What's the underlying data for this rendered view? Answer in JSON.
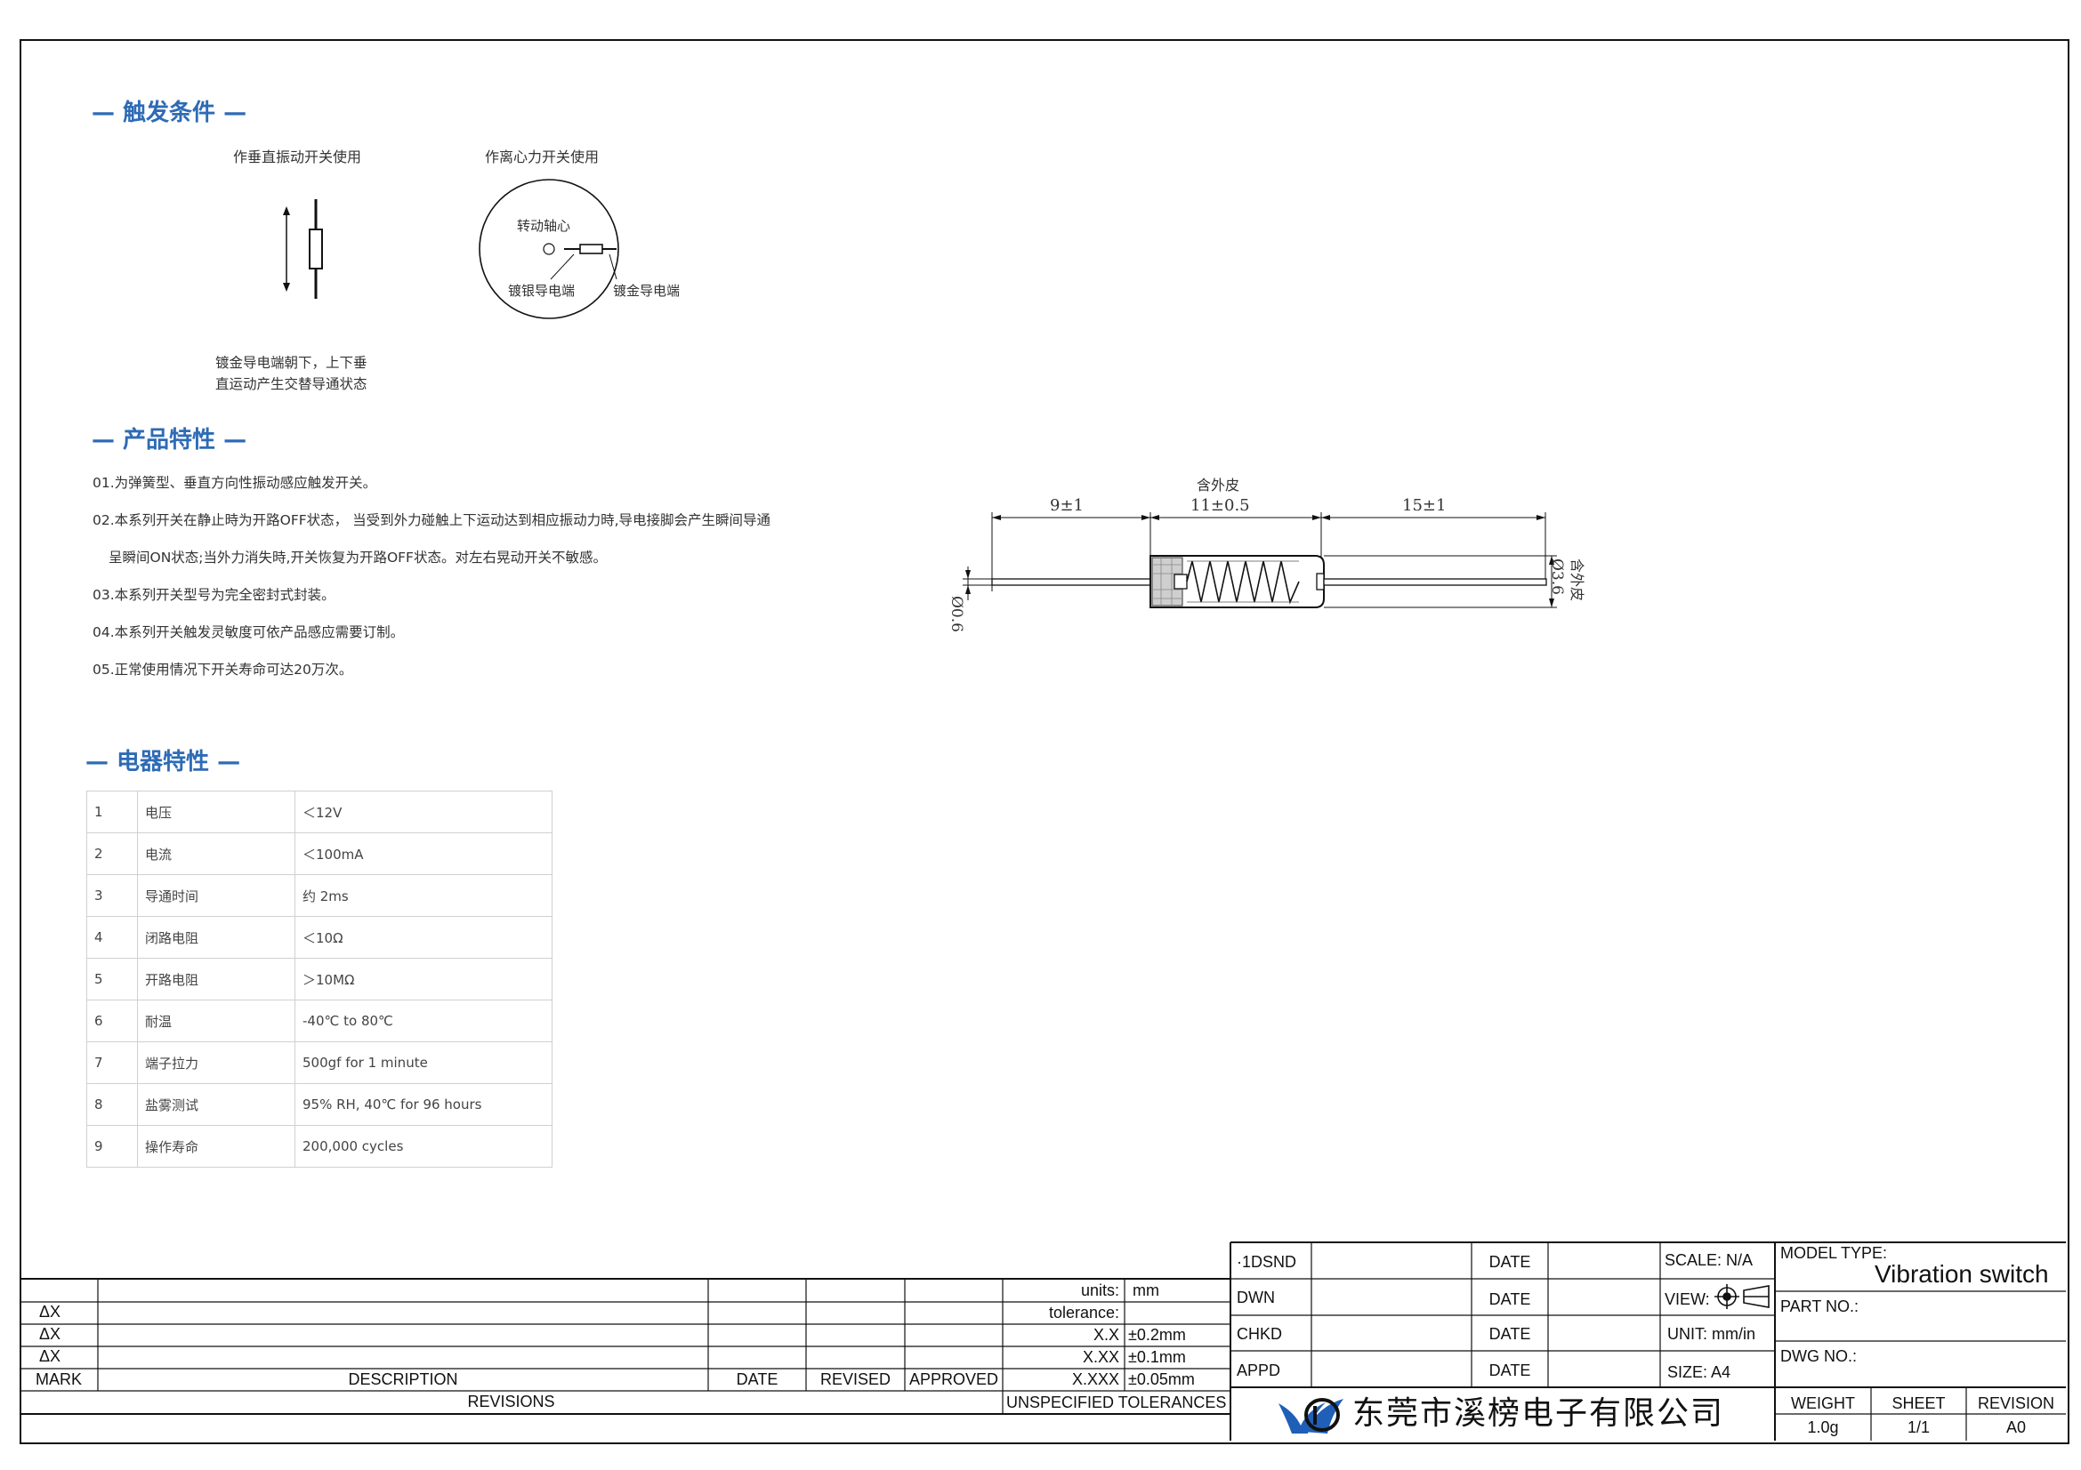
{
  "sections": {
    "trigger_title": "— 触发条件 —",
    "features_title": "— 产品特性 —",
    "electrical_title": "— 电器特性 —"
  },
  "trigger": {
    "vertical_label": "作垂直振动开关使用",
    "centrifugal_label": "作离心力开关使用",
    "axis_label": "转动轴心",
    "silver_label": "镀银导电端",
    "gold_label": "镀金导电端",
    "note_line1": "镀金导电端朝下，上下垂",
    "note_line2": "直运动产生交替导通状态"
  },
  "features": [
    "01.为弹簧型、垂直方向性振动感应触发开关。",
    "02.本系列开关在静止時为开路OFF状态， 当受到外力碰触上下运动达到相应振动力時,导电接脚会产生瞬间导通",
    "呈瞬间ON状态;当外力消失時,开关恢复为开路OFF状态。对左右晃动开关不敏感。",
    "03.本系列开关型号为完全密封式封装。",
    "04.本系列开关触发灵敏度可依产品感应需要订制。",
    "05.正常使用情况下开关寿命可达20万次。"
  ],
  "drawing": {
    "sheath_label": "含外皮",
    "dim_left": "9±1",
    "dim_mid": "11±0.5",
    "dim_right": "15±1",
    "dia_lead": "Ø0.6",
    "dia_body": "Ø3.6",
    "dia_body_note": "含外皮"
  },
  "electrical": [
    {
      "no": "1",
      "name": "电压",
      "value": "＜12V"
    },
    {
      "no": "2",
      "name": "电流",
      "value": "＜100mA"
    },
    {
      "no": "3",
      "name": "导通时间",
      "value": "约 2ms"
    },
    {
      "no": "4",
      "name": "闭路电阻",
      "value": "＜10Ω"
    },
    {
      "no": "5",
      "name": "开路电阻",
      "value": "＞10MΩ"
    },
    {
      "no": "6",
      "name": "耐温",
      "value": "-40℃ to 80℃"
    },
    {
      "no": "7",
      "name": "端子拉力",
      "value": "500gf for 1 minute"
    },
    {
      "no": "8",
      "name": "盐雾测试",
      "value": "95% RH, 40℃ for 96 hours"
    },
    {
      "no": "9",
      "name": "操作寿命",
      "value": "200,000 cycles"
    }
  ],
  "title_block": {
    "rev_marks": [
      "ΔX",
      "ΔX",
      "ΔX"
    ],
    "mark": "MARK",
    "description": "DESCRIPTION",
    "date": "DATE",
    "revised": "REVISED",
    "approved": "APPROVED",
    "revisions": "REVISIONS",
    "units_label": "units:",
    "units_value": "mm",
    "tolerance_label": "tolerance:",
    "tol_x_label": "X.X",
    "tol_x_value": "±0.2mm",
    "tol_xx_label": "X.XX",
    "tol_xx_value": "±0.1mm",
    "tol_xxx_label": "X.XXX",
    "tol_xxx_value": "±0.05mm",
    "unspecified": "UNSPECIFIED TOLERANCES",
    "dsnd": "·1DSND",
    "dwn": "DWN",
    "chkd": "CHKD",
    "appd": "APPD",
    "scale": "SCALE: N/A",
    "view": "VIEW:",
    "unit": "UNIT: mm/in",
    "size": "SIZE: A4",
    "model_type_label": "MODEL TYPE:",
    "model_type_value": "Vibration switch",
    "part_no_label": "PART NO.:",
    "dwg_no_label": "DWG NO.:",
    "weight_label": "WEIGHT",
    "weight_value": "1.0g",
    "sheet_label": "SHEET",
    "sheet_value": "1/1",
    "revision_label": "REVISION",
    "revision_value": "A0",
    "company": "东莞市溪榜电子有限公司"
  },
  "colors": {
    "section_title": "#2e6bb5",
    "logo_blue": "#1f5fb8",
    "line": "#111111"
  }
}
